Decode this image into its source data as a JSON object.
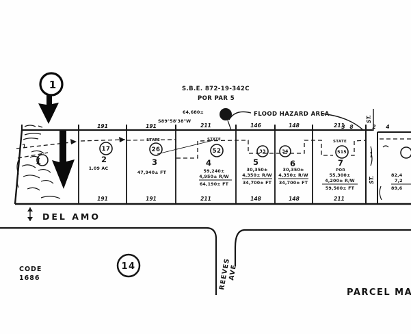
{
  "overlay": {
    "marker_label": "1"
  },
  "notes": {
    "sbe": "S.B.E. 872-19-342C",
    "por_par": "POR PAR 5",
    "area_total": "64,680±",
    "bearing": "S89°58'38\"W",
    "flood": "FLOOD HAZARD AREA",
    "st_top": "ST.",
    "st_mid": "ST."
  },
  "parcels": [
    {
      "num": "1",
      "circle": "",
      "top_dim": "",
      "bottom_dim": ""
    },
    {
      "num": "2",
      "circle": "17",
      "top_dim": "191",
      "bottom_dim": "191",
      "area1": "1.09 AC"
    },
    {
      "num": "3",
      "circle": "26",
      "tag": "STATE",
      "top_dim": "191",
      "bottom_dim": "191",
      "area3": "47,940± FT"
    },
    {
      "num": "4",
      "circle": "52",
      "tag": "STATE",
      "top_dim": "211",
      "bottom_dim": "211",
      "area1": "59,240±",
      "area2": "4,950± R/W",
      "area3": "64,190± FT"
    },
    {
      "num": "5",
      "circle": "33",
      "top_dim": "146",
      "bottom_dim": "148",
      "area1": "30,350±",
      "area2": "4,350± R/W",
      "area3": "34,700± FT"
    },
    {
      "num": "6",
      "circle": "34",
      "top_dim": "148",
      "bottom_dim": "148",
      "area1": "30,350±",
      "area2": "4,350± R/W",
      "area3": "34,700± FT"
    },
    {
      "num": "7",
      "circle": "515",
      "tag": "STATE",
      "sub": "POR",
      "top_dim": "211",
      "bottom_dim": "211",
      "area1": "55,300±",
      "area2": "4,200± R/W",
      "area3": "59,500± FT"
    }
  ],
  "right_parcel": {
    "area1": "82,4",
    "area2": "7,2",
    "area3": "89,6"
  },
  "edge_marks": {
    "m1": "3",
    "m2": "8",
    "m3": "2",
    "m4": "4"
  },
  "streets": {
    "del_amo": "DEL AMO",
    "reeves": "REEVES",
    "ave": "AVE"
  },
  "footer": {
    "code": "CODE",
    "code_num": "1686",
    "district_circle": "14",
    "title": "PARCEL MA"
  }
}
